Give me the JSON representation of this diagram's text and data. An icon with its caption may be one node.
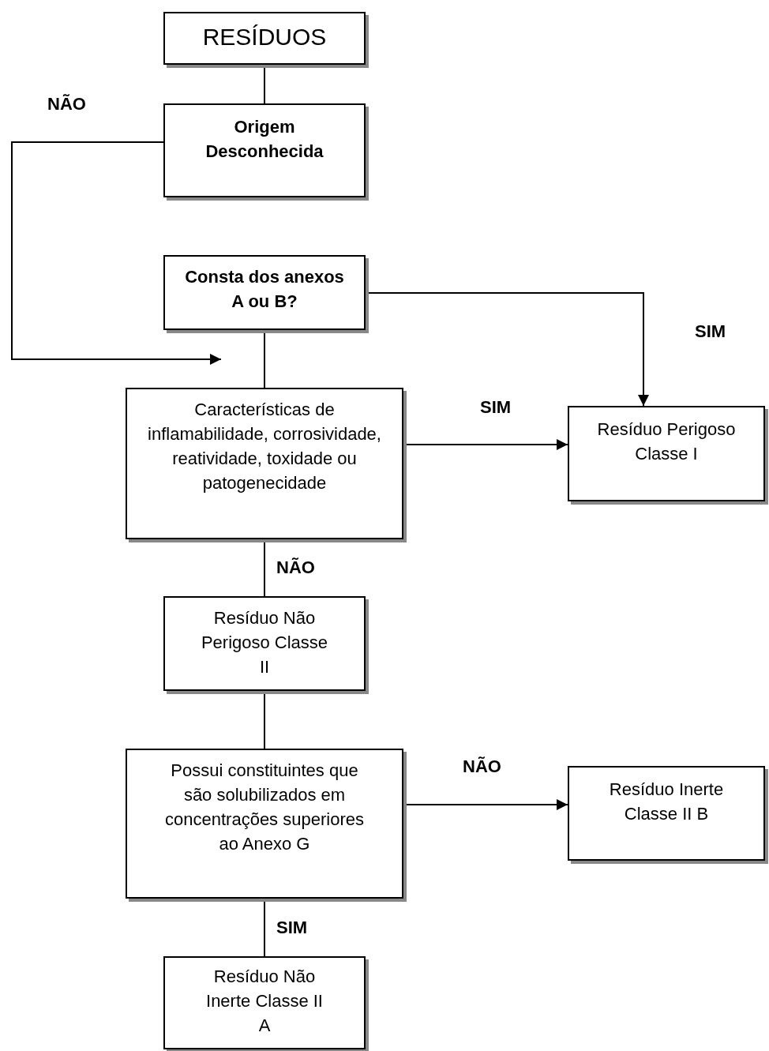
{
  "diagram": {
    "nodes": [
      {
        "text": [
          "RESÍDUOS"
        ]
      },
      {
        "text": [
          "Origem Desconhecida"
        ]
      },
      {
        "text": [
          "Consta dos anexos A ou B?"
        ]
      },
      {
        "text": [
          "Características de inflamabilidade, corrosividade, reatividade, toxidade ou patogenecidade"
        ]
      },
      {
        "text": [
          "Resíduo Perigoso Classe I"
        ]
      },
      {
        "text": [
          "Resíduo Não Perigoso Classe II"
        ]
      },
      {
        "text": [
          "Possui constituintes que são solubilizados em concentrações superiores ao Anexo G"
        ]
      },
      {
        "text": [
          "Resíduo Inerte Classe II B"
        ]
      },
      {
        "text": [
          "Resíduo Não Inerte Classe II A"
        ]
      }
    ],
    "edges": [
      {
        "from": 0,
        "to": 1,
        "arrow": "none"
      },
      {
        "from": 1,
        "to": null,
        "arrow": "to",
        "label": "NÃO"
      },
      {
        "from": 2,
        "to": 3,
        "arrow": "none"
      },
      {
        "from": 2,
        "to": 4,
        "arrow": "to",
        "label": "SIM"
      },
      {
        "from": 3,
        "to": 4,
        "arrow": "to",
        "label": "SIM"
      },
      {
        "from": 3,
        "to": 5,
        "arrow": "none",
        "label": "NÃO"
      },
      {
        "from": 5,
        "to": 6,
        "arrow": "none"
      },
      {
        "from": 6,
        "to": 7,
        "arrow": "to",
        "label": "NÃO"
      },
      {
        "from": 6,
        "to": 8,
        "arrow": "none",
        "label": "SIM"
      }
    ]
  }
}
